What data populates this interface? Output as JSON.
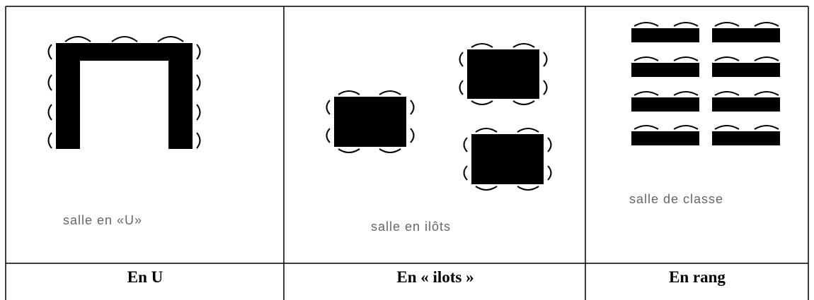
{
  "panels": [
    {
      "caption": "salle en «U»",
      "header": "En U"
    },
    {
      "caption": "salle en ilôts",
      "header": "En « ilots »"
    },
    {
      "caption": "salle de classe",
      "header": "En rang"
    }
  ]
}
